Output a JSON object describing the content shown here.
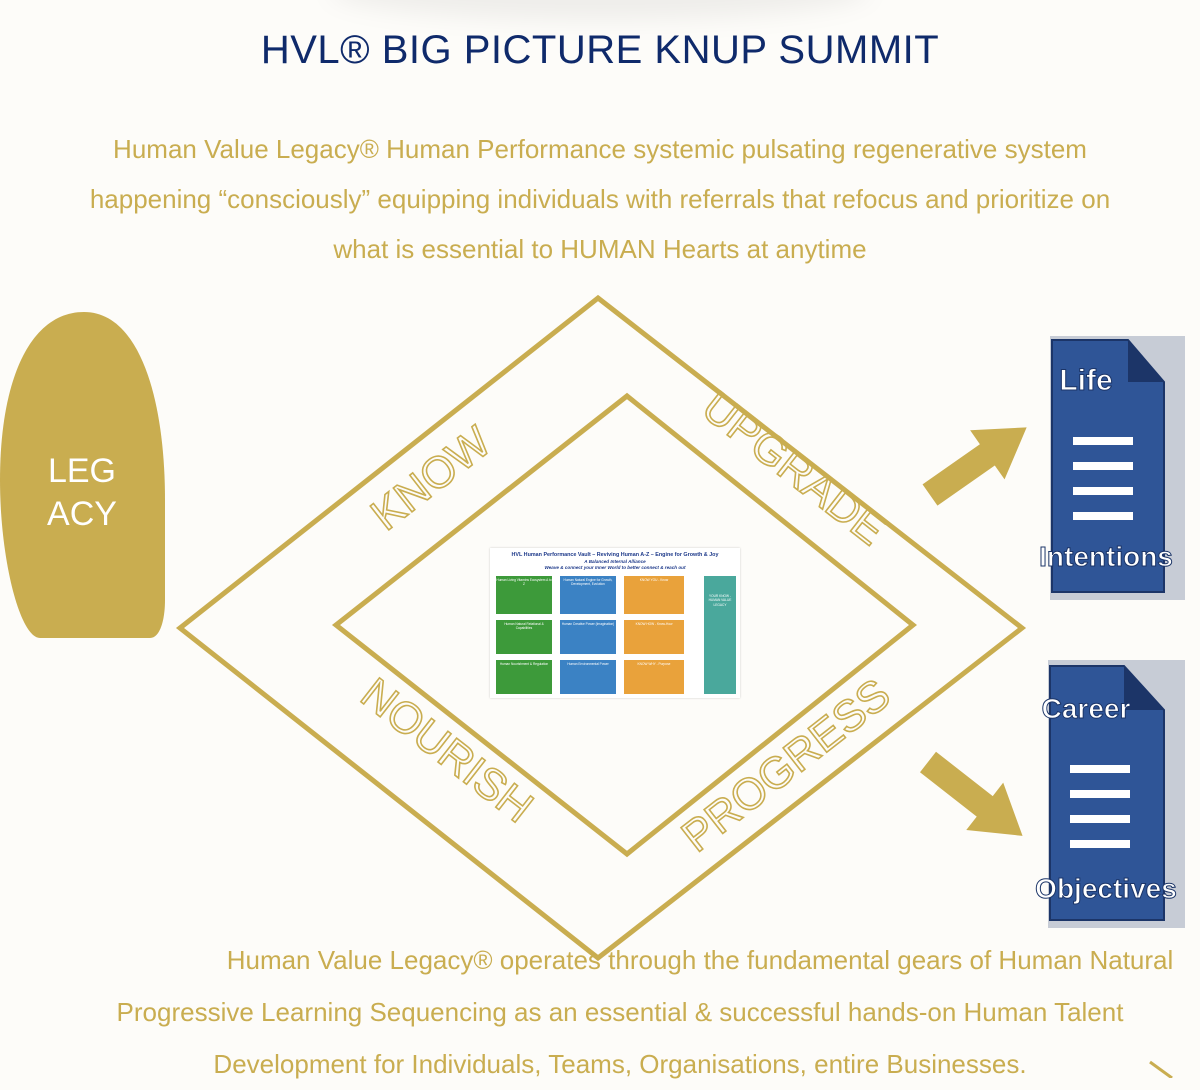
{
  "header": {
    "title": "HVL® BIG PICTURE KNUP SUMMIT"
  },
  "intro": {
    "lines": [
      "Human Value Legacy® Human Performance systemic pulsating regenerative system",
      "happening “consciously” equipping individuals with referrals that refocus and prioritize on",
      "what is essential to HUMAN Hearts at anytime"
    ]
  },
  "legacy": {
    "line1": "LEG",
    "line2": "ACY"
  },
  "diamond": {
    "top_left": "KNOW",
    "top_right": "UPGRADE",
    "bottom_left": "NOURISH",
    "bottom_right": "PROGRESS"
  },
  "docs": {
    "upper": {
      "top": "Life",
      "bottom": "Intentions"
    },
    "lower": {
      "top": "Career",
      "bottom": "Objectives"
    }
  },
  "vault": {
    "title": "HVL Human Performance Vault – Reviving Human A-Z – Engine for Growth & Joy",
    "subtitle": "A Balanced Internal Alliance",
    "subtitle2": "Weave & connect your Inner World to better connect & reach out",
    "boxes": [
      "Human Living Vitamins Ecosystem A to Z",
      "Human Natural Engine for Growth, Development, Evolution",
      "KNOW YOU - Know",
      "Human Natural Relational & Capabilities",
      "Human Creative Power (Imagination)",
      "KNOW HOW - Know-How",
      "Human Nourishment & Regulation",
      "Human Environmental Power",
      "KNOW WHY - Purpose",
      "YOUR KNOW - HUMAN VALUE LEGACY"
    ]
  },
  "outro": {
    "lines": [
      "Human Value Legacy® operates through the fundamental gears of Human Natural",
      "Progressive Learning Sequencing as an essential & successful hands-on Human Talent",
      "Development for Individuals, Teams, Organisations, entire Businesses."
    ]
  },
  "colors": {
    "title": "#0f2a6b",
    "gold": "#c9ad50",
    "doc_blue": "#2f5597"
  }
}
